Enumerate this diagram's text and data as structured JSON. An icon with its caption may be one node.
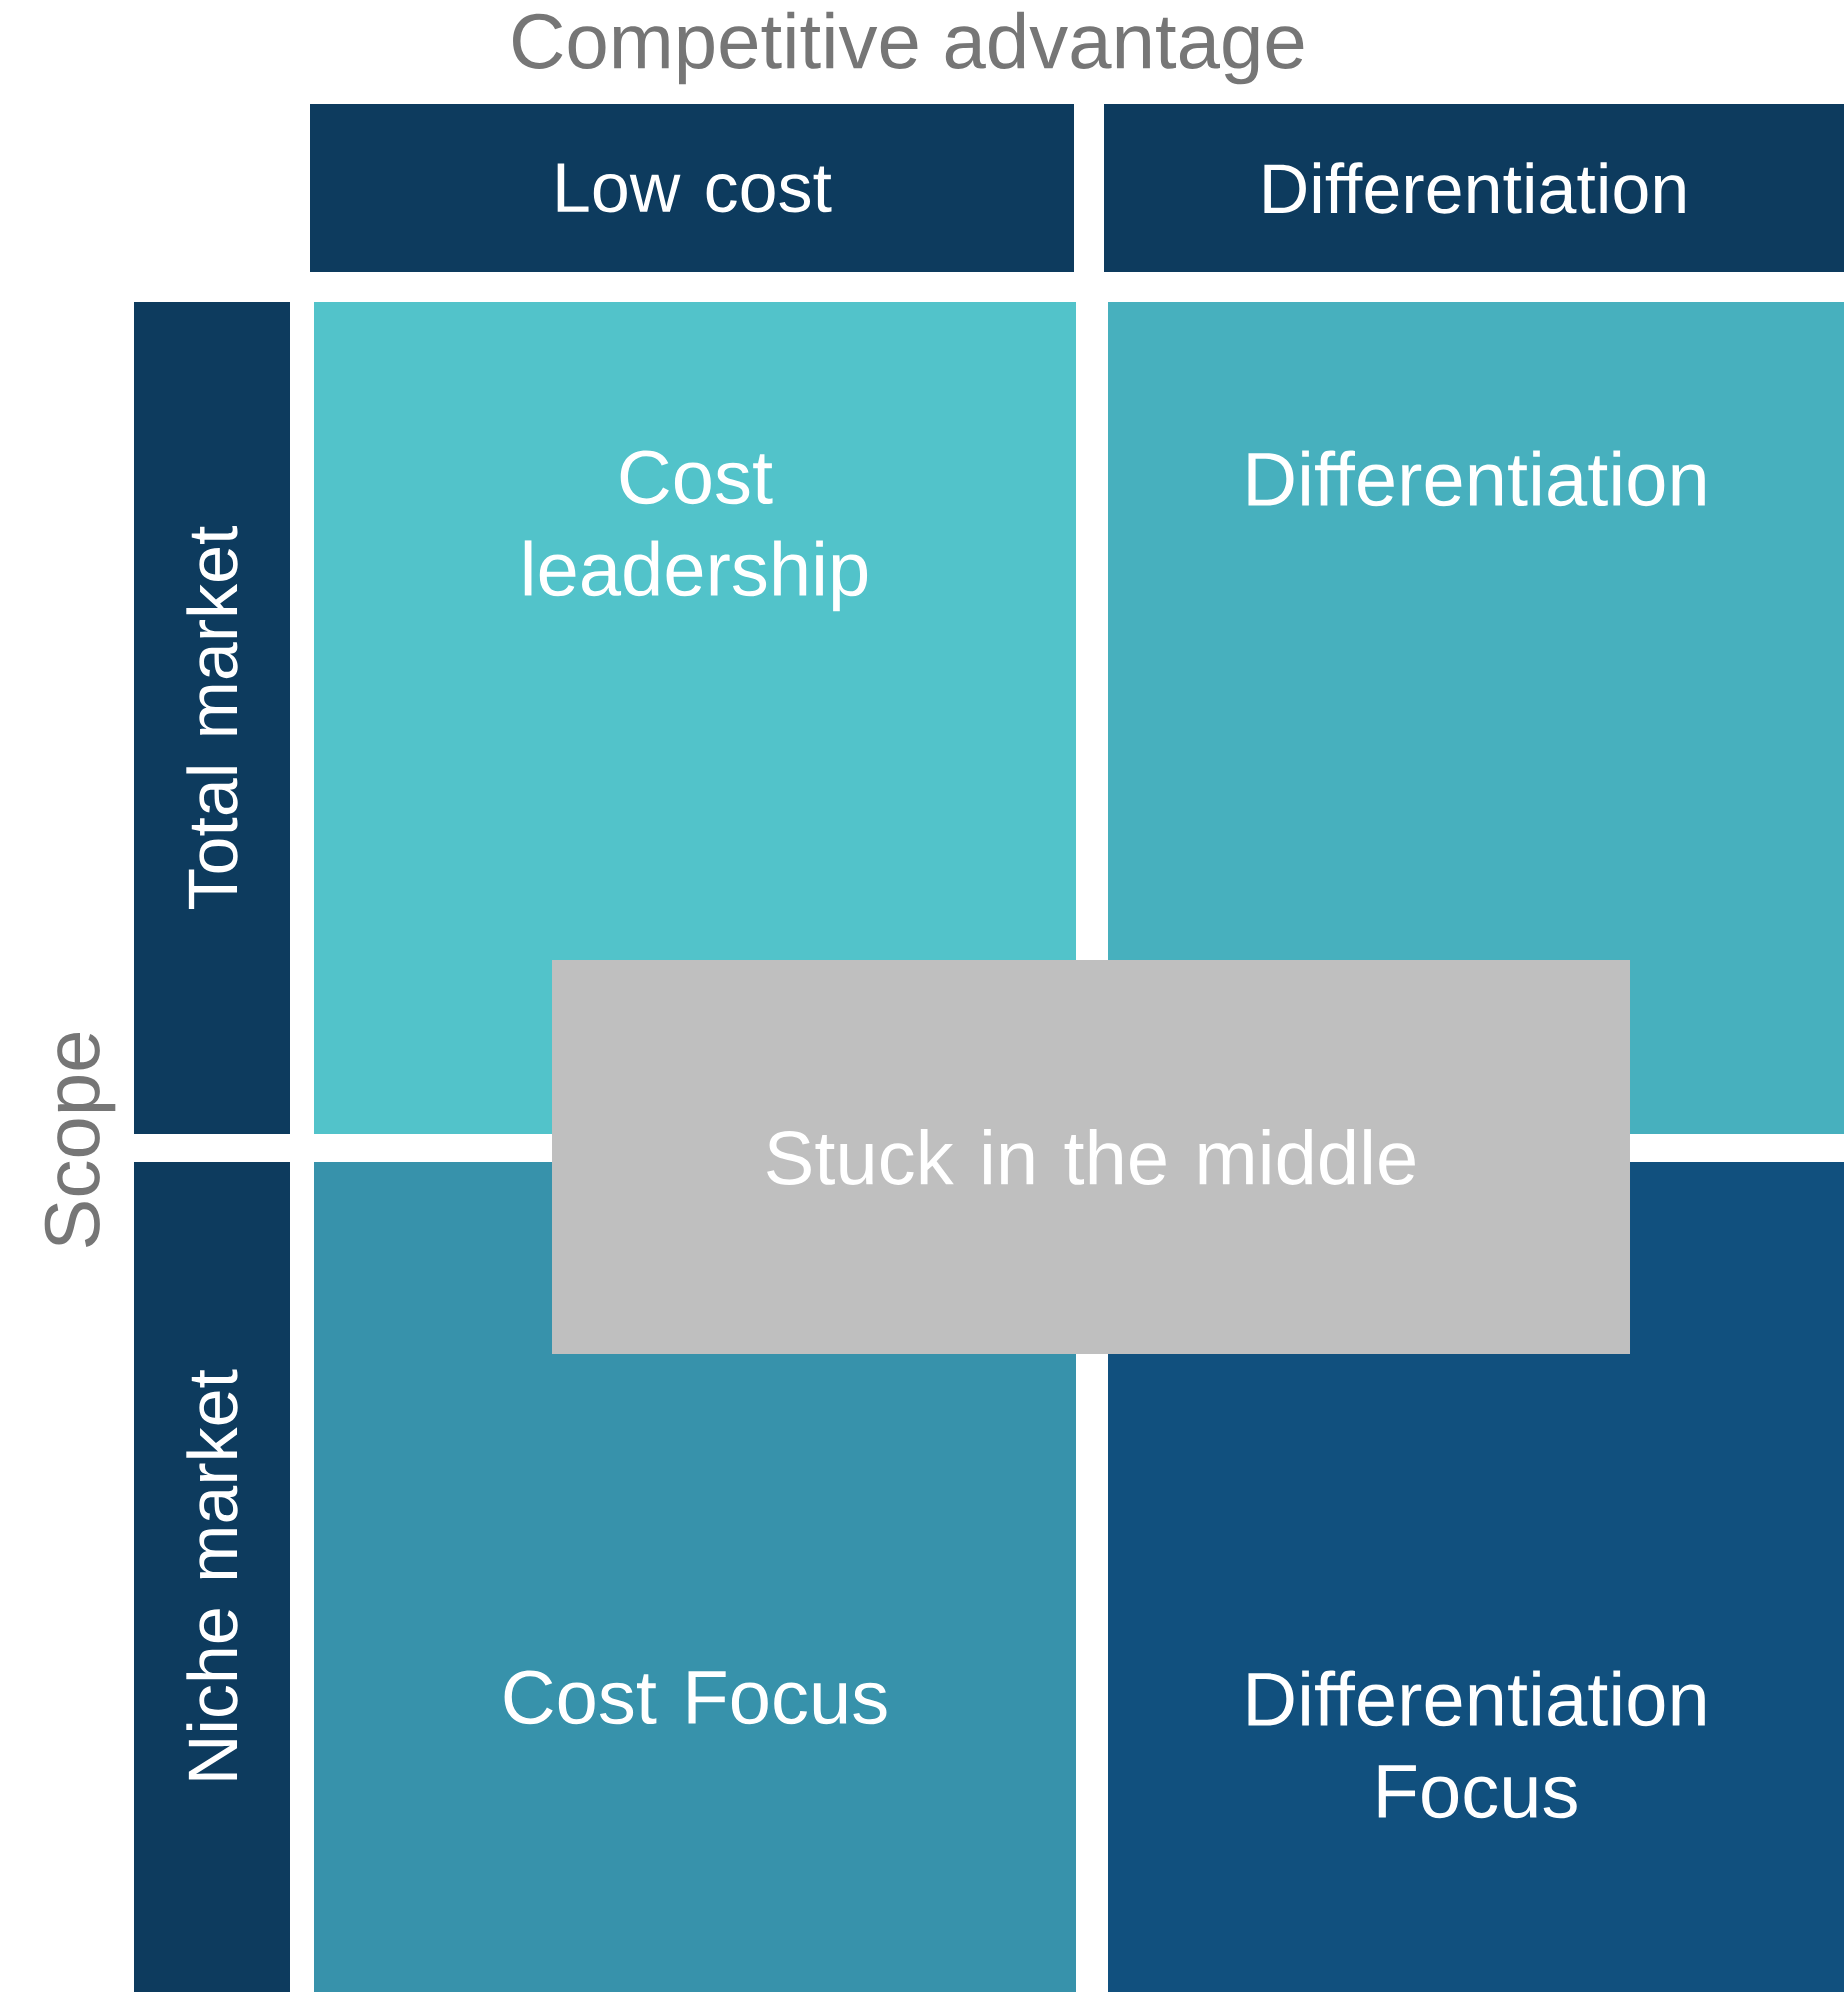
{
  "diagram": {
    "nodes": [
      {
        "text": [
          "Low cost"
        ]
      },
      {
        "text": [
          "Differentiation"
        ]
      },
      {
        "text": [
          "Total market"
        ]
      },
      {
        "text": [
          "Niche market"
        ]
      },
      {
        "text": [
          "Cost leadership"
        ]
      },
      {
        "text": [
          "Differentiation"
        ]
      },
      {
        "text": [
          "Cost Focus"
        ]
      },
      {
        "text": [
          "Differentiation Focus"
        ]
      },
      {
        "text": [
          "Stuck in the middle"
        ]
      }
    ],
    "labels": [
      "Competitive advantage",
      "Scope"
    ]
  }
}
